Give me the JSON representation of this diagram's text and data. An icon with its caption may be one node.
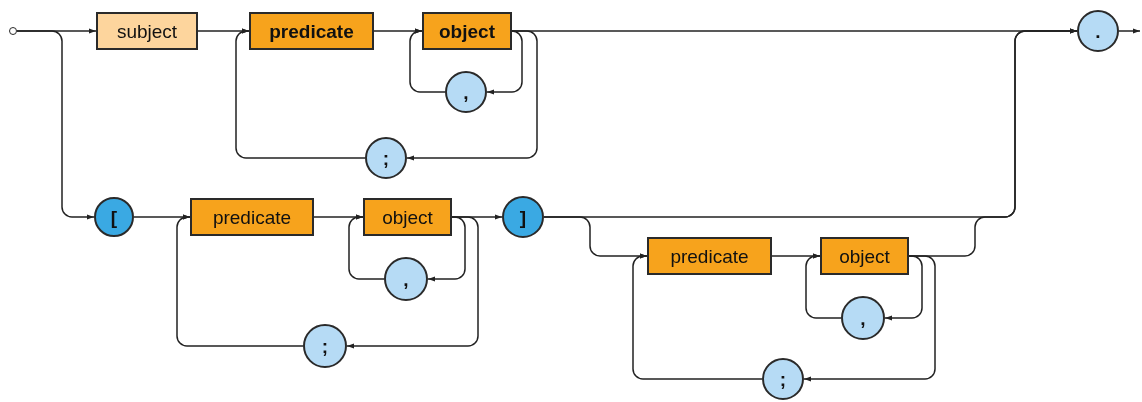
{
  "diagram": {
    "nodes": [
      {
        "text": [],
        "shape": "circle"
      },
      {
        "text": [
          "subject"
        ]
      },
      {
        "text": [
          "predicate"
        ]
      },
      {
        "text": [
          "object"
        ]
      },
      {
        "text": [
          ","
        ]
      },
      {
        "text": [
          ";"
        ]
      },
      {
        "text": [
          "."
        ]
      },
      {
        "text": [
          "["
        ]
      },
      {
        "text": [
          "predicate"
        ]
      },
      {
        "text": [
          "object"
        ]
      },
      {
        "text": [
          ","
        ]
      },
      {
        "text": [
          ";"
        ]
      },
      {
        "text": [
          "]"
        ]
      },
      {
        "text": [
          "predicate"
        ]
      },
      {
        "text": [
          "object"
        ]
      },
      {
        "text": [
          ","
        ]
      },
      {
        "text": [
          ";"
        ]
      }
    ],
    "edges": [
      {
        "from": 0,
        "to": 1,
        "arrow": "to"
      },
      {
        "from": 0,
        "to": 7,
        "arrow": "to"
      },
      {
        "from": 1,
        "to": 2,
        "arrow": "to"
      },
      {
        "from": 2,
        "to": 3,
        "arrow": "to"
      },
      {
        "from": 3,
        "to": 4,
        "arrow": "to"
      },
      {
        "from": 4,
        "to": 3,
        "arrow": "to"
      },
      {
        "from": 3,
        "to": 5,
        "arrow": "to"
      },
      {
        "from": 5,
        "to": 2,
        "arrow": "to"
      },
      {
        "from": 3,
        "to": 6,
        "arrow": "to"
      },
      {
        "from": 6,
        "to": null,
        "arrow": "to"
      },
      {
        "from": 7,
        "to": 8,
        "arrow": "to"
      },
      {
        "from": 8,
        "to": 9,
        "arrow": "to"
      },
      {
        "from": 9,
        "to": 10,
        "arrow": "to"
      },
      {
        "from": 10,
        "to": 9,
        "arrow": "to"
      },
      {
        "from": 9,
        "to": 11,
        "arrow": "to"
      },
      {
        "from": 11,
        "to": 8,
        "arrow": "to"
      },
      {
        "from": 9,
        "to": 12,
        "arrow": "to"
      },
      {
        "from": 12,
        "to": 6,
        "arrow": "to"
      },
      {
        "from": 12,
        "to": 13,
        "arrow": "to"
      },
      {
        "from": 13,
        "to": 14,
        "arrow": "to"
      },
      {
        "from": 14,
        "to": 15,
        "arrow": "to"
      },
      {
        "from": 15,
        "to": 14,
        "arrow": "to"
      },
      {
        "from": 14,
        "to": 16,
        "arrow": "to"
      },
      {
        "from": 16,
        "to": 13,
        "arrow": "to"
      },
      {
        "from": 14,
        "to": 6,
        "arrow": "to"
      }
    ]
  }
}
